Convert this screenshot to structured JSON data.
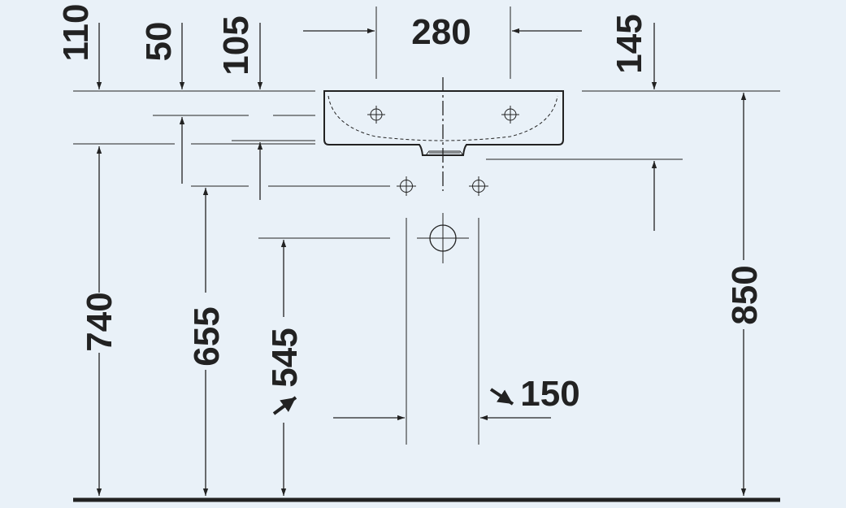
{
  "colors": {
    "background": "#e9f1f8",
    "ink": "#222222"
  },
  "dimensions": {
    "d110": "110",
    "d50": "50",
    "d105": "105",
    "d280": "280",
    "d145": "145",
    "d740": "740",
    "d655": "655",
    "d545": "545",
    "d850": "850",
    "d150": "150"
  }
}
